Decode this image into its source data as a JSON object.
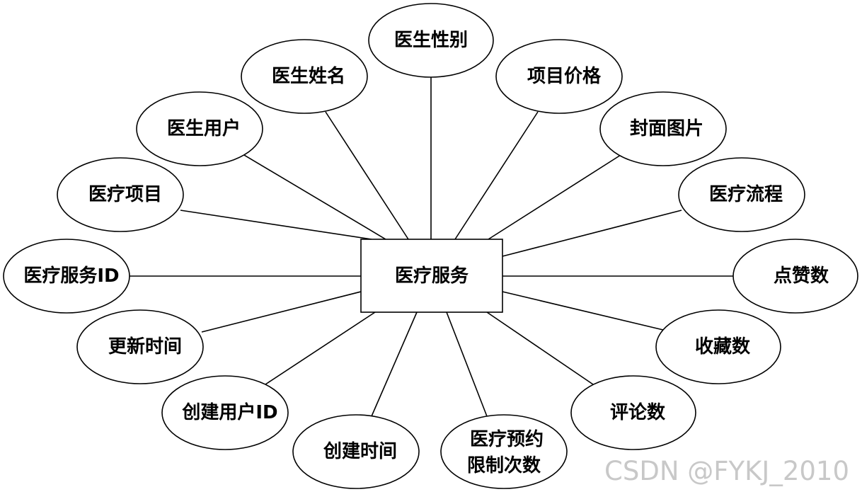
{
  "entity": {
    "label": "医疗服务"
  },
  "attributes": [
    {
      "label": "医生性别"
    },
    {
      "label": "医生姓名"
    },
    {
      "label": "项目价格"
    },
    {
      "label": "医生用户"
    },
    {
      "label": "封面图片"
    },
    {
      "label": "医疗项目"
    },
    {
      "label": "医疗流程"
    },
    {
      "label": "医疗服务ID"
    },
    {
      "label": "点赞数"
    },
    {
      "label": "更新时间"
    },
    {
      "label": "收藏数"
    },
    {
      "label": "创建用户ID"
    },
    {
      "label": "评论数"
    },
    {
      "label": "创建时间"
    },
    {
      "label": "医疗预约",
      "label2": "限制次数"
    }
  ],
  "watermark": "CSDN @FYKJ_2010"
}
